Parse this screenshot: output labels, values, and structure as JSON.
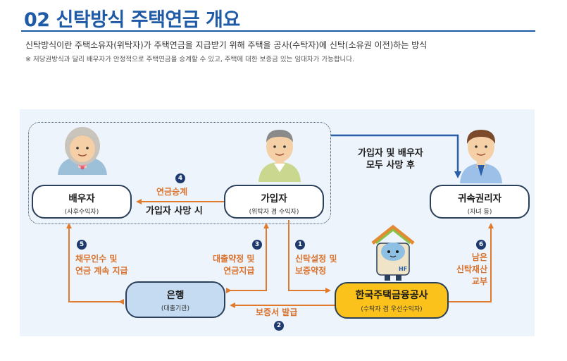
{
  "header": {
    "title": "02 신탁방식 주택연금 개요",
    "description": "신탁방식이란 주택소유자(위탁자)가 주택연금을 지급받기 위해 주택을 공사(수탁자)에 신탁(소유권 이전)하는 방식",
    "note": "※ 저당권방식과 달리 배우자가 안정적으로 주택연금을 승계할 수 있고, 주택에 대한 보증금 있는 임대차가 가능합니다."
  },
  "nodes": {
    "spouse": {
      "name": "배우자",
      "sub": "(사후수익자)"
    },
    "subscriber": {
      "name": "가입자",
      "sub": "(위탁자 겸 수익자)"
    },
    "heir": {
      "name": "귀속권리자",
      "sub": "(자녀 등)"
    },
    "bank": {
      "name": "은행",
      "sub": "(대출기관)"
    },
    "hf": {
      "name": "한국주택금융공사",
      "sub": "(수탁자 겸 우선수익자)"
    }
  },
  "steps": {
    "s1": {
      "num": "1",
      "line1": "신탁설정 및",
      "line2": "보증약정"
    },
    "s2": {
      "num": "2",
      "label": "보증서 발급"
    },
    "s3": {
      "num": "3",
      "line1": "대출약정 및",
      "line2": "연금지급"
    },
    "s4": {
      "num": "4",
      "label": "연금승계",
      "condition": "가입자 사망 시"
    },
    "s5": {
      "num": "5",
      "line1": "채무인수 및",
      "line2": "연금 계속 지급"
    },
    "s6": {
      "num": "6",
      "line1": "남은",
      "line2": "신탁재산",
      "line3": "교부"
    }
  },
  "after_death": {
    "line1": "가입자 및 배우자",
    "line2": "모두 사망 후"
  },
  "hf_mascot": {
    "badge": "HF"
  },
  "colors": {
    "title_blue": "#1f5aa6",
    "arrow_orange": "#e07b2e",
    "arrow_blue": "#2b5ea8",
    "hf_yellow": "#fbc21b",
    "bank_blue": "#c5dbf2",
    "panel": "#eef4fb",
    "step_badge": "#1e3a6e"
  }
}
